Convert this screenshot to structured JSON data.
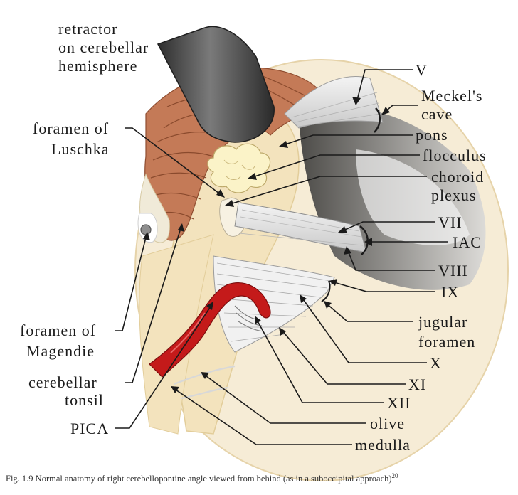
{
  "labels": {
    "retractor_1": "retractor",
    "retractor_2": "on cerebellar",
    "retractor_3": "hemisphere",
    "luschka_1": "foramen of",
    "luschka_2": "Luschka",
    "magendie_1": "foramen of",
    "magendie_2": "Magendie",
    "tonsil_1": "cerebellar",
    "tonsil_2": "tonsil",
    "pica": "PICA",
    "v": "V",
    "meckels_1": "Meckel's",
    "meckels_2": "cave",
    "pons": "pons",
    "flocculus": "flocculus",
    "choroid_1": "choroid",
    "choroid_2": "plexus",
    "vii": "VII",
    "iac": "IAC",
    "viii": "VIII",
    "ix": "IX",
    "jugular_1": "jugular",
    "jugular_2": "foramen",
    "x": "X",
    "xi": "XI",
    "xii": "XII",
    "olive": "olive",
    "medulla": "medulla"
  },
  "caption": {
    "text": "Fig. 1.9  Normal anatomy of right cerebellopontine angle viewed from behind (as in a suboccipital approach)",
    "ref": "20"
  },
  "colors": {
    "cerebellum": "#c47a57",
    "brainstem": "#f3e3bd",
    "background_oval": "#f6ecd6",
    "vessel": "#c41a1a",
    "retractor": "#4a4a4a"
  }
}
